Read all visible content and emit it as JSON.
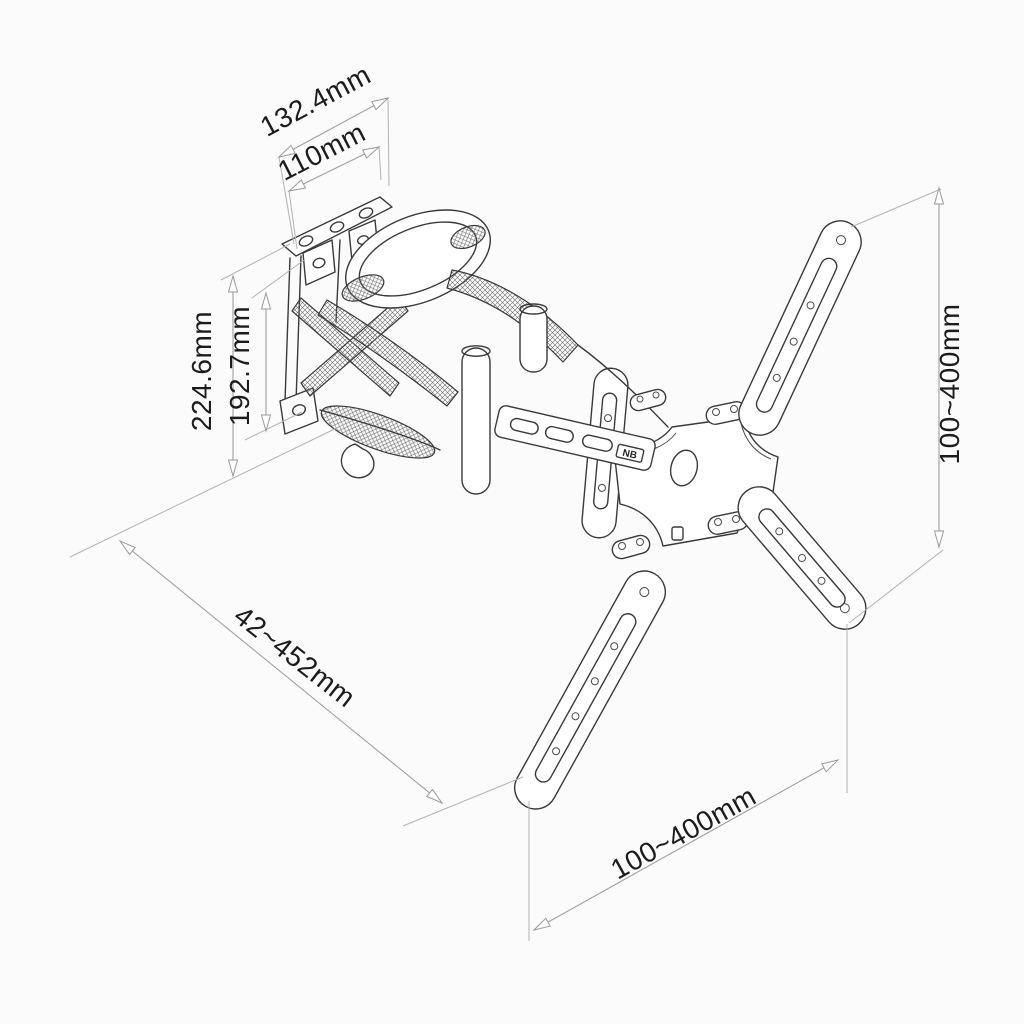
{
  "diagram": {
    "type": "technical-dimension-drawing",
    "subject": "full-motion articulating TV wall mount bracket, isometric line drawing",
    "background_color": "#fbfbfb",
    "line_color": "#3a3a3a",
    "dimension_line_color": "#a0a0a0",
    "text_color": "#1c1c1c",
    "logo_text": "NB",
    "dimensions": {
      "top_outer": "132.4mm",
      "top_inner": "110mm",
      "left_outer": "224.6mm",
      "left_inner": "192.7mm",
      "extension_range": "42~452mm",
      "vesa_vertical_range": "100~400mm",
      "vesa_horizontal_range": "100~400mm"
    }
  }
}
